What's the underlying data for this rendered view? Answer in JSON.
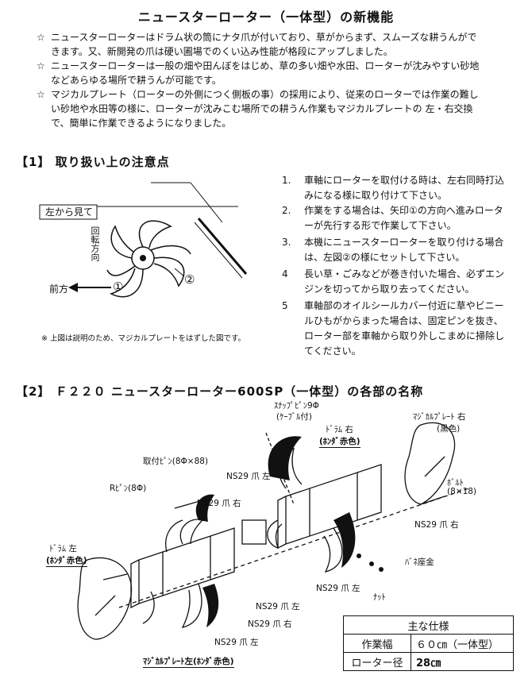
{
  "title": "ニュースターローター（一体型）の新機能",
  "bullets": [
    {
      "mark": "☆",
      "text": "ニュースターローターはドラム状の筒にナタ爪が付いており、草がからまず、スムーズな耕うんができます。又、新開発の爪は硬い圃場でのくい込み性能が格段にアップしました。"
    },
    {
      "mark": "☆",
      "text": "ニュースターローターは一般の畑や田んぼをはじめ、草の多い畑や水田、ローターが沈みやすい砂地などあらゆる場所で耕うんが可能です。"
    },
    {
      "mark": "☆",
      "text": "マジカルプレート（ローターの外側につく側板の事）の採用により、従来のローターでは作業の難しい砂地や水田等の様に、ローターが沈みこむ場所での耕うん作業もマジカルプレートの 左・右交換で、簡単に作業できるようになりました。"
    }
  ],
  "section1": {
    "heading": "【1】 取り扱い上の注意点",
    "diagram": {
      "view_label": "左から見て",
      "rotation_label": "回転方向",
      "front_label": "前方",
      "mark1": "①",
      "mark2": "②"
    },
    "caption": "※ 上図は説明のため、マジカルプレートをはずした図です。",
    "notes": [
      {
        "num": "1.",
        "text": "車軸にローターを取付ける時は、左右同時打込みになる様に取り付けて下さい。"
      },
      {
        "num": "2.",
        "text": "作業をする場合は、矢印①の方向へ進みローターが先行する形で作業して下さい。"
      },
      {
        "num": "3.",
        "text": "本機にニュースターローターを取り付ける場合は、左図②の様にセットして下さい。"
      },
      {
        "num": "4",
        "text": "長い草・ごみなどが巻き付いた場合、必ずエンジンを切ってから取り去ってください。"
      },
      {
        "num": "5",
        "text": "車軸部のオイルシールカバー付近に草やビニールひもがからまった場合は、固定ピンを抜き、ローター部を車軸から取り外しこまめに掃除してください。"
      }
    ]
  },
  "section2": {
    "heading": "【2】 Ｆ２２０ ニュースターローター600SP（一体型）の各部の名称",
    "labels": {
      "snap_pin": "ｽﾅｯﾌﾟﾋﾟﾝ9Φ",
      "snap_pin_sub": "(ｹｰﾌﾞﾙ付)",
      "drum_right": "ﾄﾞﾗﾑ 右",
      "drum_right_color": "(ﾎﾝﾀﾞ赤色)",
      "magical_right": "ﾏｼﾞｶﾙﾌﾟﾚｰﾄ 右",
      "magical_right_color": "(黒色)",
      "mount_pin": "取付ﾋﾟﾝ(8Φ×88)",
      "r_pin": "Rﾋﾟﾝ(8Φ)",
      "ns29_left_a": "NS29 爪 左",
      "ns29_right_a": "NS29 爪 右",
      "bolt": "ﾎﾞﾙﾄ",
      "bolt_size": "(8×18)",
      "ns29_right_b": "NS29 爪 右",
      "drum_left": "ﾄﾞﾗﾑ 左",
      "drum_left_color": "(ﾎﾝﾀﾞ赤色)",
      "spring_washer": "ﾊﾞﾈ座金",
      "nut": "ﾅｯﾄ",
      "ns29_left_b": "NS29 爪 左",
      "ns29_left_c": "NS29 爪 左",
      "ns29_right_c": "NS29 爪 右",
      "ns29_left_d": "NS29 爪 左",
      "magical_left": "ﾏｼﾞｶﾙﾌﾟﾚｰﾄ左(ﾎﾝﾀﾞ赤色)"
    }
  },
  "spec": {
    "header": "主な仕様",
    "rows": [
      {
        "label": "作業幅",
        "value": "６０㎝（一体型）"
      },
      {
        "label": "ローター径",
        "value": "28㎝"
      }
    ]
  }
}
